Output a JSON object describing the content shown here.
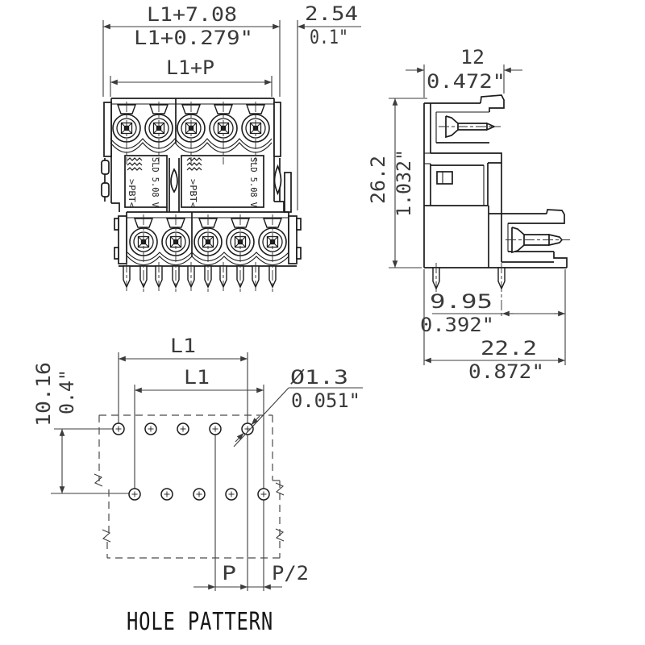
{
  "drawing": {
    "front_view": {
      "dim_overall_mm": "L1+7.08",
      "dim_overall_in": "L1+0.279\"",
      "dim_offset_mm": "2.54",
      "dim_offset_in": "0.1\"",
      "dim_span": "L1+P",
      "marking_series_left": "SLD 5.08 V",
      "marking_series_right": "SLD 5.08 V",
      "marking_material_left": ">PBT<",
      "marking_material_right": ">PBT<"
    },
    "side_view": {
      "dim_width_mm": "12",
      "dim_width_in": "0.472\"",
      "dim_height_mm": "26.2",
      "dim_height_in": "1.032\"",
      "dim_pin_mm": "9.95",
      "dim_pin_in": "0.392\"",
      "dim_depth_mm": "22.2",
      "dim_depth_in": "0.872\""
    },
    "hole_pattern": {
      "label": "HOLE PATTERN",
      "dim_l1_top": "L1",
      "dim_l1_bottom": "L1",
      "dim_row_mm": "10.16",
      "dim_row_in": "0.4\"",
      "dim_hole_mm": "Ø1.3",
      "dim_hole_in": "0.051\"",
      "dim_pitch": "P",
      "dim_half_pitch": "P/2"
    }
  }
}
